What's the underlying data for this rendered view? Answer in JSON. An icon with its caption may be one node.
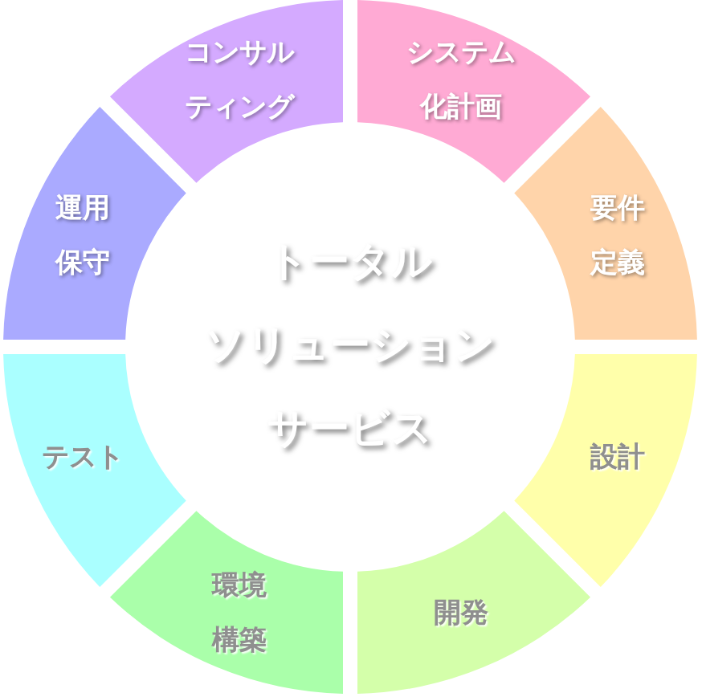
{
  "diagram": {
    "nodes": [
      {
        "text": [
          "システム化計画"
        ]
      },
      {
        "text": [
          "要件定義"
        ]
      },
      {
        "text": [
          "設計"
        ]
      },
      {
        "text": [
          "開発"
        ]
      },
      {
        "text": [
          "環境構築"
        ]
      },
      {
        "text": [
          "テスト"
        ]
      },
      {
        "text": [
          "運用保守"
        ]
      },
      {
        "text": [
          "コンサルティング"
        ]
      }
    ],
    "labels": [
      "トータルソリューションサービス"
    ]
  }
}
